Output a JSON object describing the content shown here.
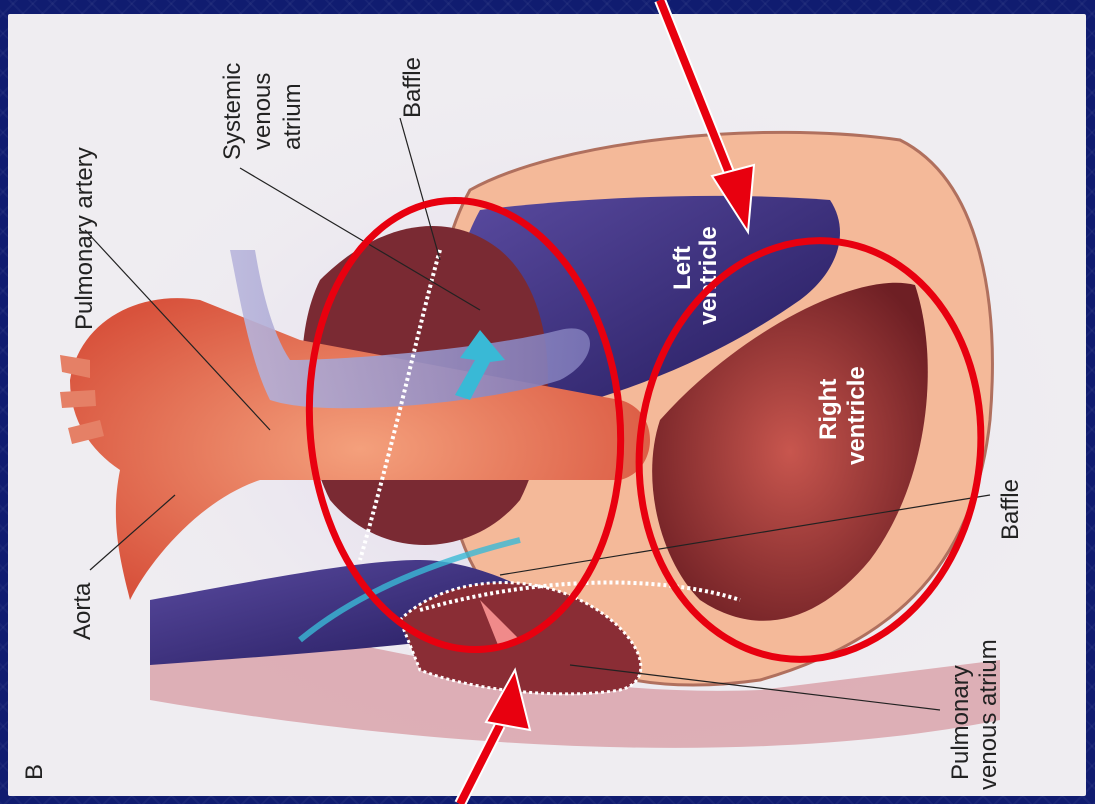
{
  "figure": {
    "panel_letter": "B",
    "labels": {
      "pulmonary_artery": "Pulmonary artery",
      "systemic_line1": "Systemic",
      "systemic_line2": "venous",
      "systemic_line3": "atrium",
      "baffle_top": "Baffle",
      "aorta": "Aorta",
      "left_ventricle_line1": "Left",
      "left_ventricle_line2": "ventricle",
      "right_ventricle_line1": "Right",
      "right_ventricle_line2": "ventricle",
      "baffle_right": "Baffle",
      "pulmonary_venous_line1": "Pulmonary",
      "pulmonary_venous_line2": "venous atrium"
    }
  },
  "colors": {
    "background": "#101c70",
    "annotation_red": "#e8000f",
    "aorta": "#e8694f",
    "venous_blue": "#3b2a7a",
    "ventricle_wall": "#f6c3a0",
    "right_ventricle": "#9b3a3a"
  },
  "annotations": {
    "ellipse_count": 2,
    "arrow_count": 2
  }
}
